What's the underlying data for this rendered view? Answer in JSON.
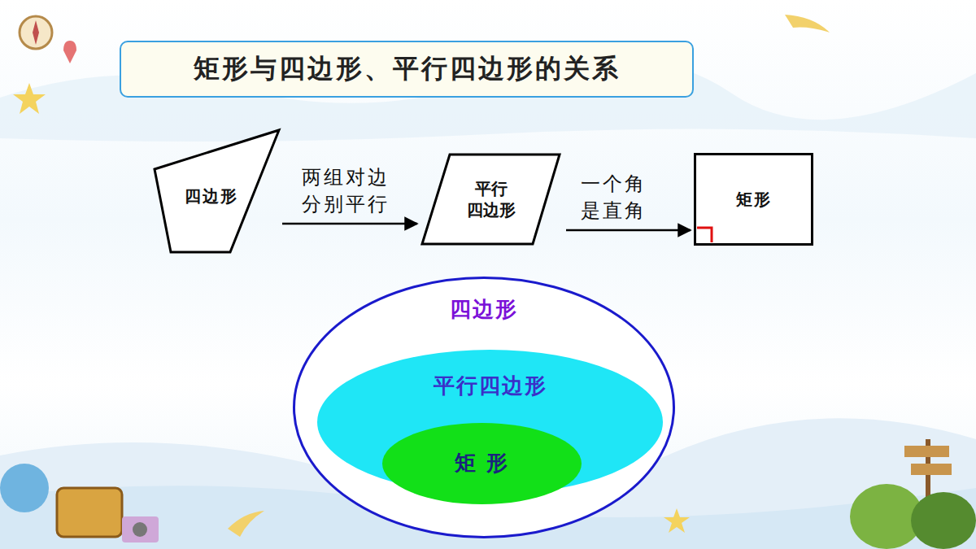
{
  "diagram": {
    "title": "矩形与四边形、平行四边形的关系",
    "nodes": [
      {
        "text": [
          "四边形"
        ]
      },
      {
        "text": [
          "平行 四边形"
        ]
      },
      {
        "text": [
          "矩形"
        ]
      },
      {
        "text": [
          "四边形"
        ]
      },
      {
        "text": [
          "平行四边形"
        ],
        "in": 3
      },
      {
        "text": [
          "矩 形"
        ],
        "in": 4
      }
    ],
    "edges": [
      {
        "from": 0,
        "to": 1,
        "label": "两组对边 分别平行",
        "arrow": "to"
      },
      {
        "from": 1,
        "to": 2,
        "label": "一个角 是直角",
        "arrow": "to"
      }
    ]
  }
}
